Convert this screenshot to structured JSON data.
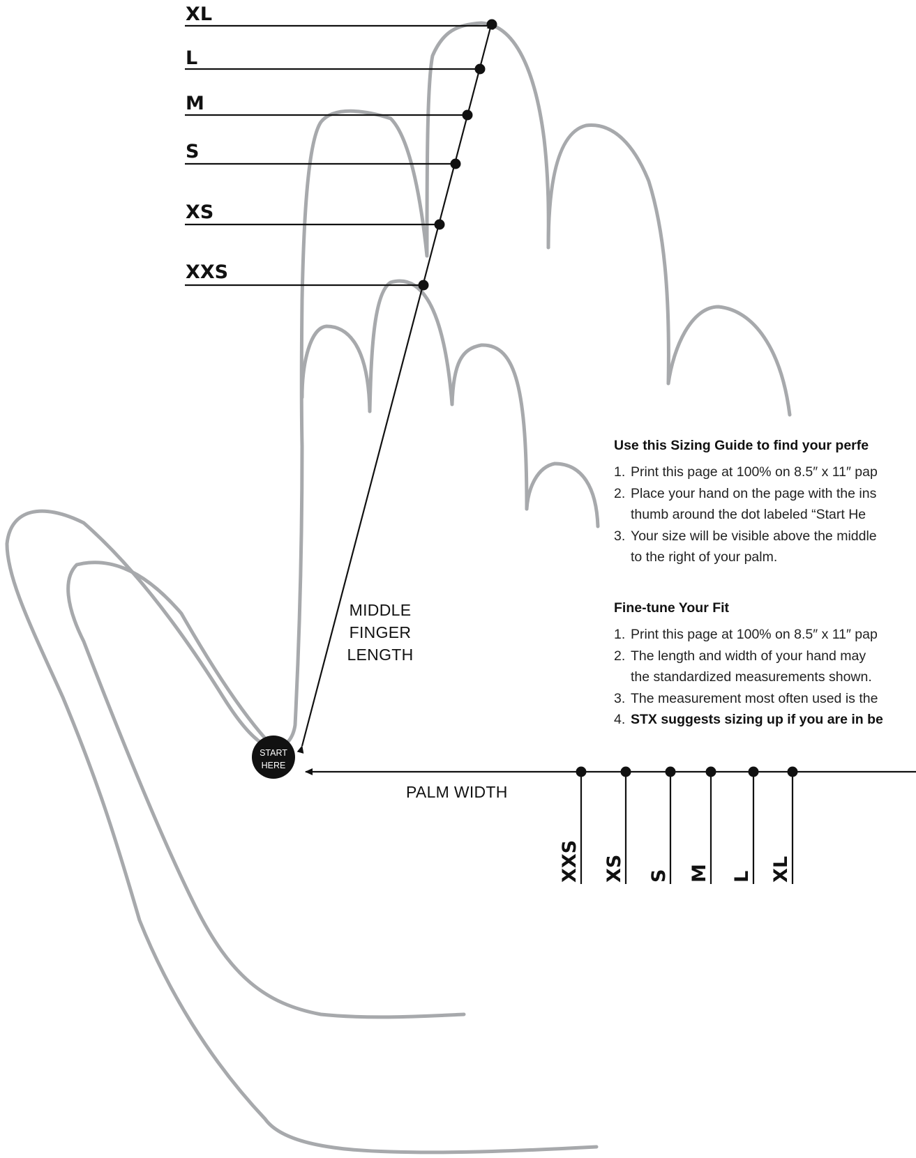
{
  "finger_sizes": [
    "XL",
    "L",
    "M",
    "S",
    "XS",
    "XXS"
  ],
  "palm_sizes": [
    "XXS",
    "XS",
    "S",
    "M",
    "L",
    "XL"
  ],
  "labels": {
    "middle_finger_length": [
      "MIDDLE",
      "FINGER",
      "LENGTH"
    ],
    "palm_width": "PALM WIDTH",
    "start_here": [
      "START",
      "HERE"
    ]
  },
  "guide": {
    "title": "Use this Sizing Guide to find your perfe",
    "steps": [
      "Print this page at 100% on 8.5″ x 11″ pap",
      "Place your hand on the page with the ins",
      "Your size will be visible above the middle"
    ],
    "step2_cont": "thumb around the dot labeled “Start He",
    "step3_cont": "to the right of your palm."
  },
  "finetune": {
    "title": "Fine-tune Your Fit",
    "steps": [
      "Print this page at 100% on 8.5″ x 11″ pap",
      "The length and width of your hand may",
      "The measurement most often used is the",
      "STX suggests sizing up if you are in be"
    ],
    "step2_cont": "the standardized measurements shown."
  },
  "colors": {
    "hand_outline": "#a7a9ac",
    "ink": "#111111"
  }
}
